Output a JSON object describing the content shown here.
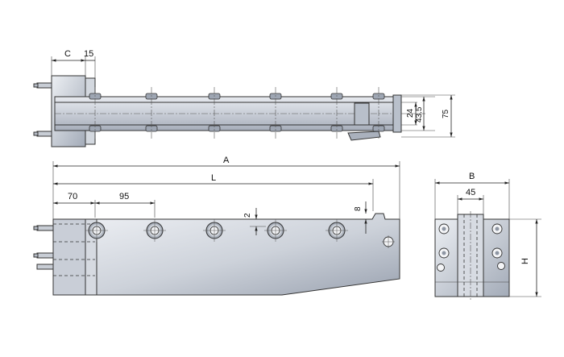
{
  "top_view": {
    "dims": {
      "c": "C",
      "d15": "15",
      "d24": "24",
      "d43_5": "43.5",
      "d75": "75"
    }
  },
  "front_view": {
    "dims": {
      "a": "A",
      "l": "L",
      "d70": "70",
      "d95": "95",
      "d2": "2",
      "d8": "8"
    }
  },
  "side_view": {
    "dims": {
      "b": "B",
      "d45": "45",
      "h": "H"
    }
  },
  "colors": {
    "steel_light": "#dfe3ea",
    "steel_mid": "#c3c9d3",
    "steel_dark": "#8d96a6",
    "line": "#222222"
  }
}
